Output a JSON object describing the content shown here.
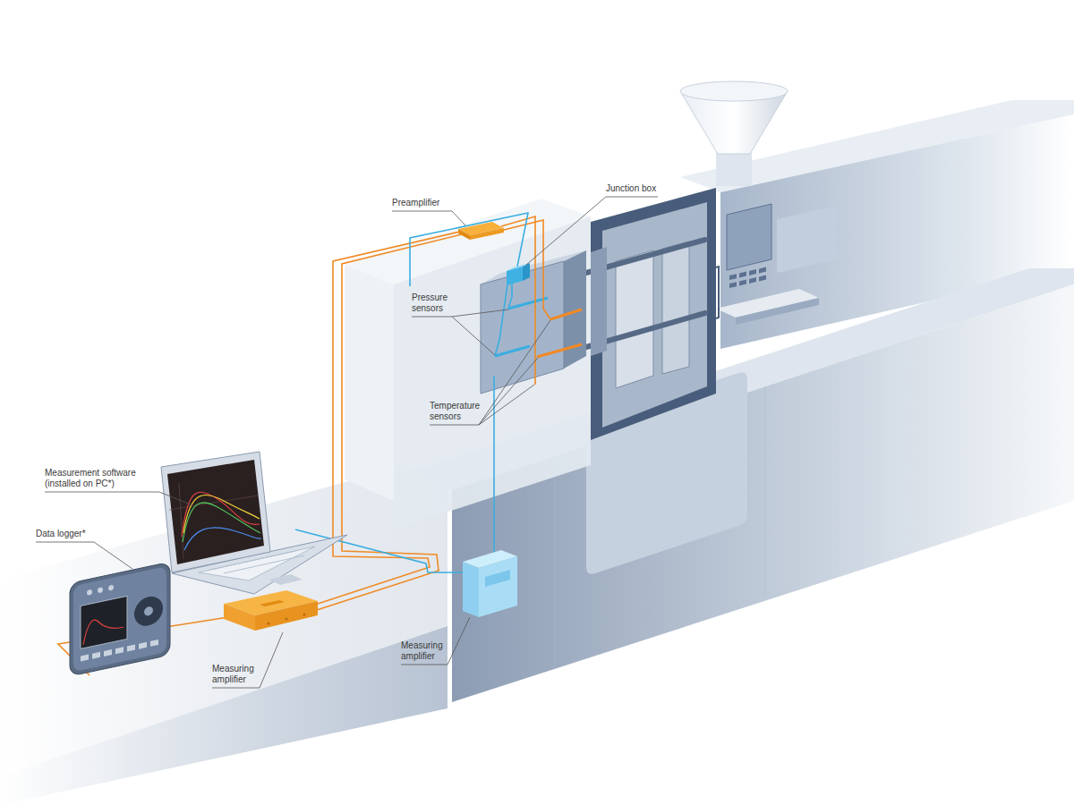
{
  "diagram": {
    "labels": [
      "Preamplifier",
      "Junction box",
      "Pressure sensors",
      "Temperature sensors",
      "Measurement software (installed on PC*)",
      "Data logger*",
      "Measuring amplifier",
      "Measuring amplifier"
    ]
  }
}
